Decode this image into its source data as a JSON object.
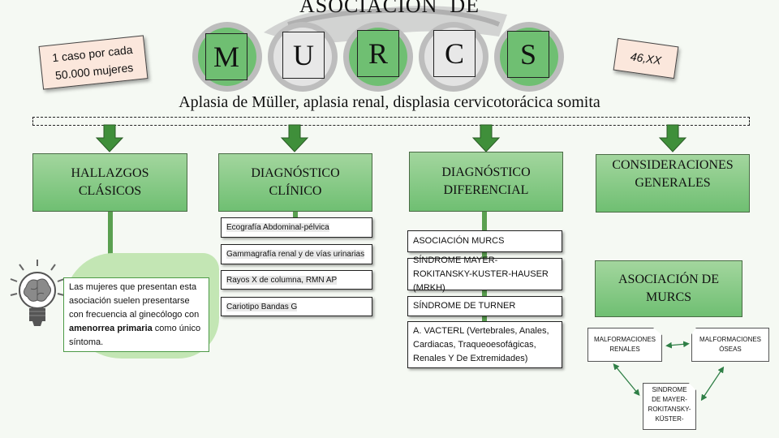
{
  "header": {
    "title": "ASOCIACIÓN  DE",
    "letters": [
      "M",
      "U",
      "R",
      "C",
      "S"
    ],
    "subtitle": "Aplasia de Müller, aplasia renal, displasia cervicotorácica somita"
  },
  "notes": {
    "prevalence_line1": "1 caso por cada",
    "prevalence_line2": "50.000 mujeres",
    "karyotype": "46,XX"
  },
  "columns": {
    "hallazgos": {
      "line1": "HALLAZGOS",
      "line2": "CLÁSICOS"
    },
    "diagnostico_clinico": {
      "line1": "DIAGNÓSTICO",
      "line2": "CLÍNICO"
    },
    "diagnostico_diferencial": {
      "line1": "DIAGNÓSTICO",
      "line2": "DIFERENCIAL"
    },
    "consideraciones": {
      "line1": "CONSIDERACIONES",
      "line2": "GENERALES"
    }
  },
  "hallazgos_text": {
    "part1": "Las mujeres que presentan esta asociación suelen presentarse con frecuencia al ginecólogo con ",
    "bold1": "amenorrea",
    "space": " ",
    "bold2": "primaria",
    "part2": " como único síntoma."
  },
  "clinical_items": [
    "Ecografía Abdominal-pélvica",
    "Gammagrafía renal y de vías urinarias",
    "Rayos X de columna, RMN AP",
    "Cariotipo Bandas G"
  ],
  "differential_items": [
    "ASOCIACIÓN MURCS",
    "SÍNDROME MAYER-ROKITANSKY-KUSTER-HAUSER (MRKH)",
    "SÍNDROME DE TURNER",
    "A. VACTERL (Vertebrales, Anales, Cardiacas, Traqueoesofágicas, Renales Y De Extremidades)"
  ],
  "considerations": {
    "box_line1": "ASOCIACIÓN DE",
    "box_line2": "MURCS",
    "note_renales": "MALFORMACIONES RENALES",
    "note_oseas": "MALFORMACIONES ÓSEAS",
    "note_mrkh": "SINDROME DE MAYER-ROKITANSKY-KÜSTER-"
  },
  "colors": {
    "green_header": "#6fbf72",
    "green_line": "#5aa050",
    "note_peach": "#fbe7dc",
    "circle_grey": "#bdbdbd"
  }
}
